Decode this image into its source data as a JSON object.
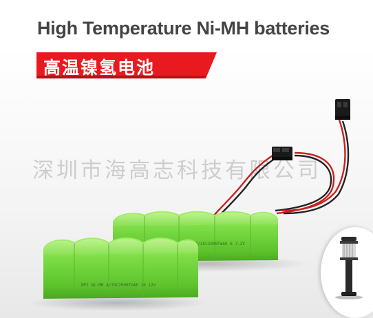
{
  "header": {
    "title": "High Temperature Ni-MH batteries",
    "subtitle_cn": "高温镍氢电池",
    "banner_color": "#e8191f"
  },
  "watermark": {
    "text": "深圳市海高志科技有限公司"
  },
  "product": {
    "battery_color": "#6fd13a",
    "front_pack_label": "BPI Ni-MH 4/3SC2000TmAh 10 12V",
    "back_pack_label": "Ni-MH 4/3SC2000TmAh 6 7.2V",
    "wire_colors": [
      "#cc1f1f",
      "#222222"
    ],
    "connector_color": "#1a1a1a"
  },
  "thumbnail": {
    "icon": "bollard-lamp-icon"
  }
}
